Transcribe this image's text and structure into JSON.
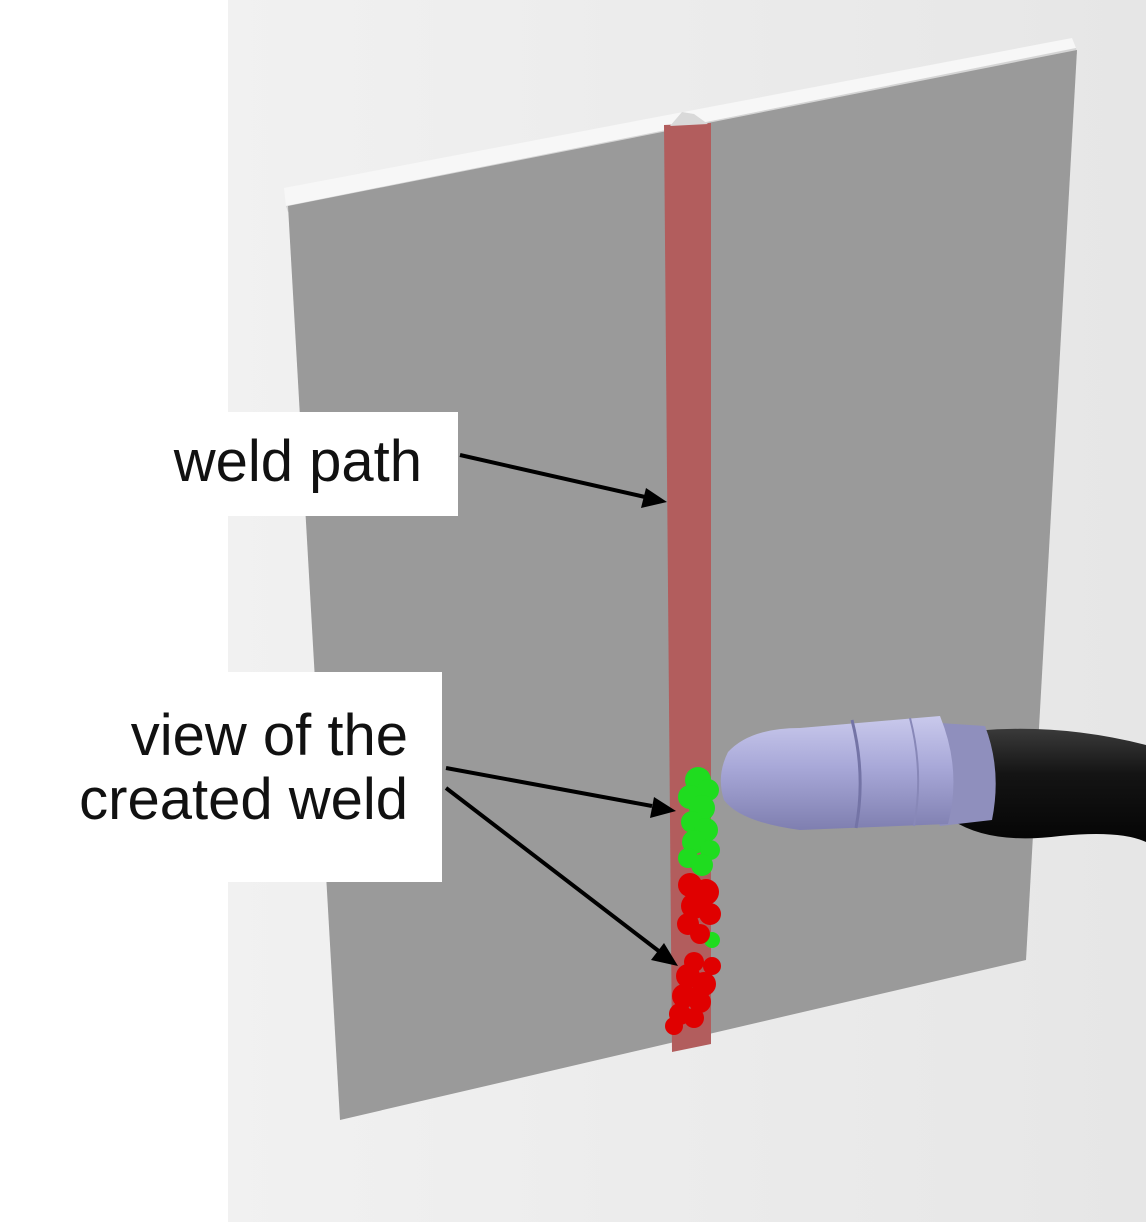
{
  "callouts": {
    "weld_path": "weld path",
    "created_weld_line1": "view of the",
    "created_weld_line2": "created weld"
  },
  "colors": {
    "background": "#ececec",
    "plate": "#9a9a9a",
    "weld_path": "#b25d5d",
    "weld_bead_green": "#1fdc1f",
    "weld_bead_red": "#e00000",
    "torch_nozzle": "#a9a9d6",
    "torch_hose": "#1a1a1a"
  }
}
